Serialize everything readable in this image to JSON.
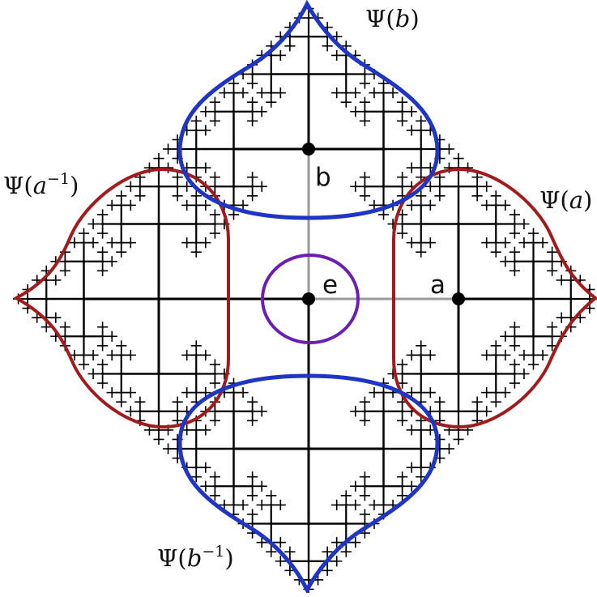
{
  "colors": {
    "red_region": "#a01c1c",
    "blue_region": "#1f35c4",
    "purple_region": "#6a1eb4",
    "gray_edge": "#9a9a9a",
    "tree": "#000000"
  },
  "nodes": {
    "e": "e",
    "a": "a",
    "b": "b"
  },
  "regions": {
    "psi_a": {
      "prefix": "Ψ(",
      "base": "a",
      "sup": "",
      "suffix": ")"
    },
    "psi_a_inv": {
      "prefix": "Ψ(",
      "base": "a",
      "sup": "−1",
      "suffix": ")"
    },
    "psi_b": {
      "prefix": "Ψ(",
      "base": "b",
      "sup": "",
      "suffix": ")"
    },
    "psi_b_inv": {
      "prefix": "Ψ(",
      "base": "b",
      "sup": "−1",
      "suffix": ")"
    }
  }
}
